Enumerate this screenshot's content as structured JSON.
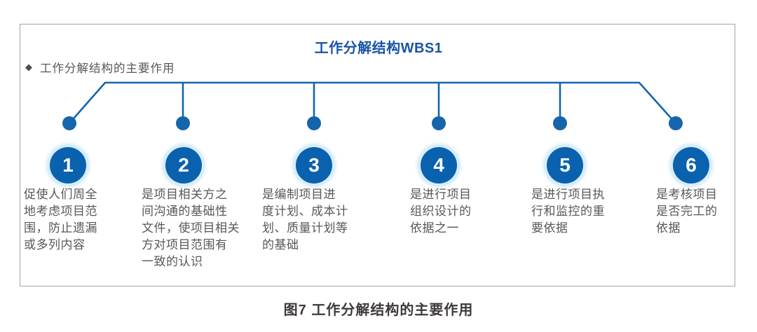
{
  "figure": {
    "box_title": "工作分解结构WBS1",
    "bullet_icon": "◆",
    "bullet_heading": "工作分解结构的主要作用",
    "caption": "图7  工作分解结构的主要作用"
  },
  "items": [
    {
      "number": "1",
      "text": "促使人们周全\n地考虑项目范\n围，防止遗漏\n或多列内容"
    },
    {
      "number": "2",
      "text": "是项目相关方之\n间沟通的基础性\n文件，使项目相关\n方对项目范围有\n一致的认识"
    },
    {
      "number": "3",
      "text": "是编制项目进\n度计划、成本计\n划、质量计划等\n的基础"
    },
    {
      "number": "4",
      "text": "是进行项目\n组织设计的\n依据之一"
    },
    {
      "number": "5",
      "text": "是进行项目执\n行和监控的重\n要依据"
    },
    {
      "number": "6",
      "text": "是考核项目\n是否完工的\n依据"
    }
  ],
  "colors": {
    "line_blue": "#1565ac",
    "badge_blue": "#0a62af",
    "glow_blue": "#a9d7f3",
    "title_blue": "#1a55a3",
    "text_gray": "#595757",
    "border_gray": "#a3a3a3",
    "caption_dark": "#3e3a39"
  }
}
